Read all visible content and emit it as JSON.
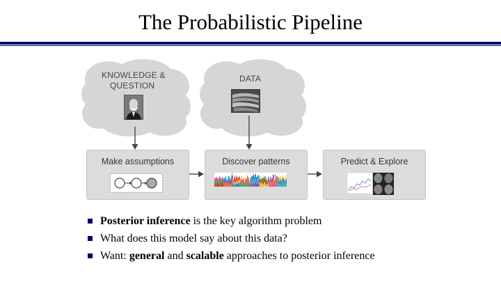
{
  "slide": {
    "title": "The Probabilistic Pipeline"
  },
  "diagram": {
    "clouds": [
      {
        "label_line1": "KNOWLEDGE &",
        "label_line2": "QUESTION"
      },
      {
        "label_line1": "DATA",
        "label_line2": ""
      }
    ],
    "boxes": [
      {
        "label": "Make assumptions"
      },
      {
        "label": "Discover patterns"
      },
      {
        "label": "Predict & Explore"
      }
    ],
    "colors": {
      "cloud": "#d6d6d6",
      "box": "#dcdcdc",
      "arrow": "#444444",
      "title_rule": "#000066"
    }
  },
  "bullets": [
    {
      "bold": "Posterior inference",
      "rest": " is the key algorithm problem"
    },
    {
      "text": "What does this model say about this data?"
    },
    {
      "pre": "Want: ",
      "bold1": "general",
      "mid": " and ",
      "bold2": "scalable",
      "post": " approaches to posterior inference"
    }
  ]
}
